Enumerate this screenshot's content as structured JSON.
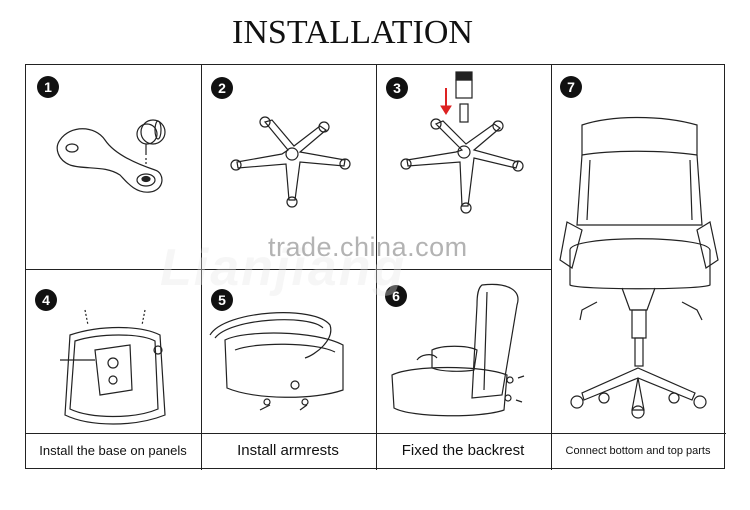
{
  "title": "INSTALLATION",
  "steps": [
    {
      "number": "1",
      "caption": "Install the base on panels"
    },
    {
      "number": "2",
      "caption": "Install armrests"
    },
    {
      "number": "3",
      "caption": "Fixed the backrest"
    },
    {
      "number": "7",
      "caption": "Connect bottom and top parts"
    },
    {
      "number": "4"
    },
    {
      "number": "5"
    },
    {
      "number": "6"
    }
  ],
  "captions": [
    "Install the base on panels",
    "Install armrests",
    "Fixed the backrest",
    "Connect bottom and top parts"
  ],
  "watermark": {
    "main": "trade.china.com",
    "brand": "Lianjiang"
  }
}
